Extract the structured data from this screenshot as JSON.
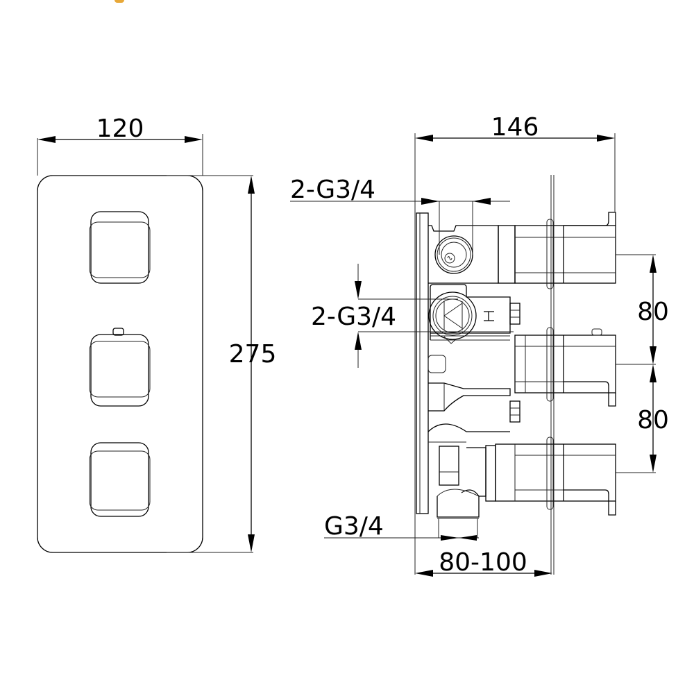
{
  "drawing": {
    "type": "technical drawing",
    "subject": "concealed thermostatic shower valve with three controls",
    "corner_mark_color": "#E8A838"
  },
  "front_view": {
    "width_label": "120",
    "height_label": "275",
    "handles": 3
  },
  "side_view": {
    "depth_label": "146",
    "top_ports_label": "2-G3/4",
    "inlet_ports_label": "2-G3/4",
    "outlet_port_label": "G3/4",
    "wall_depth_label": "80-100",
    "spacing_top_label": "80",
    "spacing_bottom_label": "80"
  }
}
